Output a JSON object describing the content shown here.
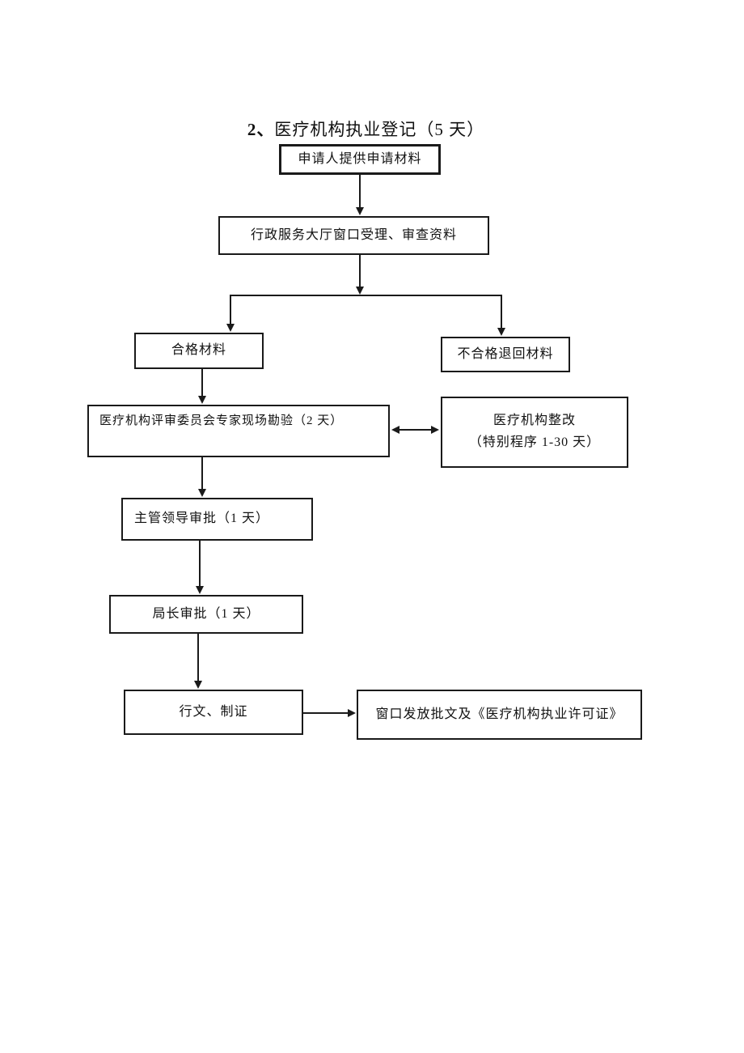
{
  "page": {
    "background": "#ffffff",
    "line_color": "#1a1a1a",
    "title": {
      "number": "2、",
      "text": "医疗机构执业登记（5 天）"
    }
  },
  "flowchart": {
    "nodes": {
      "apply": {
        "label": "申请人提供申请材料"
      },
      "reception": {
        "label": "行政服务大厅窗口受理、审查资料"
      },
      "qualified": {
        "label": "合格材料"
      },
      "rejected": {
        "label": "不合格退回材料"
      },
      "inspection": {
        "label": "医疗机构评审委员会专家现场勘验（2 天）"
      },
      "rectify": {
        "line1": "医疗机构整改",
        "line2": "（特别程序 1-30 天）"
      },
      "supervisor": {
        "label": "主管领导审批（1 天）"
      },
      "director": {
        "label": "局长审批（1 天）"
      },
      "document": {
        "label": "行文、制证"
      },
      "issue": {
        "label": "窗口发放批文及《医疗机构执业许可证》"
      }
    },
    "edges": [
      {
        "from": "apply",
        "to": "reception",
        "type": "arrow"
      },
      {
        "from": "reception",
        "to": "qualified",
        "type": "arrow"
      },
      {
        "from": "reception",
        "to": "rejected",
        "type": "arrow"
      },
      {
        "from": "qualified",
        "to": "inspection",
        "type": "arrow"
      },
      {
        "from": "inspection",
        "to": "rectify",
        "type": "double-arrow"
      },
      {
        "from": "inspection",
        "to": "supervisor",
        "type": "arrow"
      },
      {
        "from": "supervisor",
        "to": "director",
        "type": "arrow"
      },
      {
        "from": "director",
        "to": "document",
        "type": "arrow"
      },
      {
        "from": "document",
        "to": "issue",
        "type": "arrow"
      }
    ]
  }
}
